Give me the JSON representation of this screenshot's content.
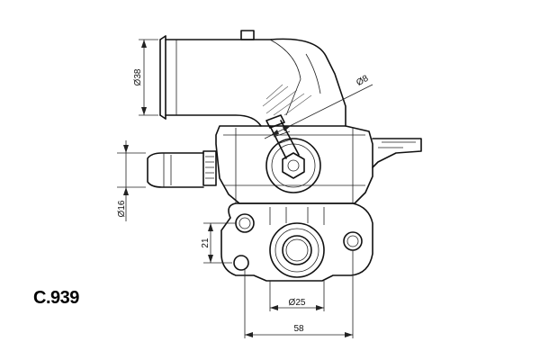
{
  "part_code": "C.939",
  "dimensions": {
    "outlet_diameter": "Ø38",
    "small_tube_diameter": "Ø8",
    "inlet_diameter": "Ø16",
    "flange_height": "21",
    "port_diameter": "Ø25",
    "mount_spacing": "58"
  }
}
